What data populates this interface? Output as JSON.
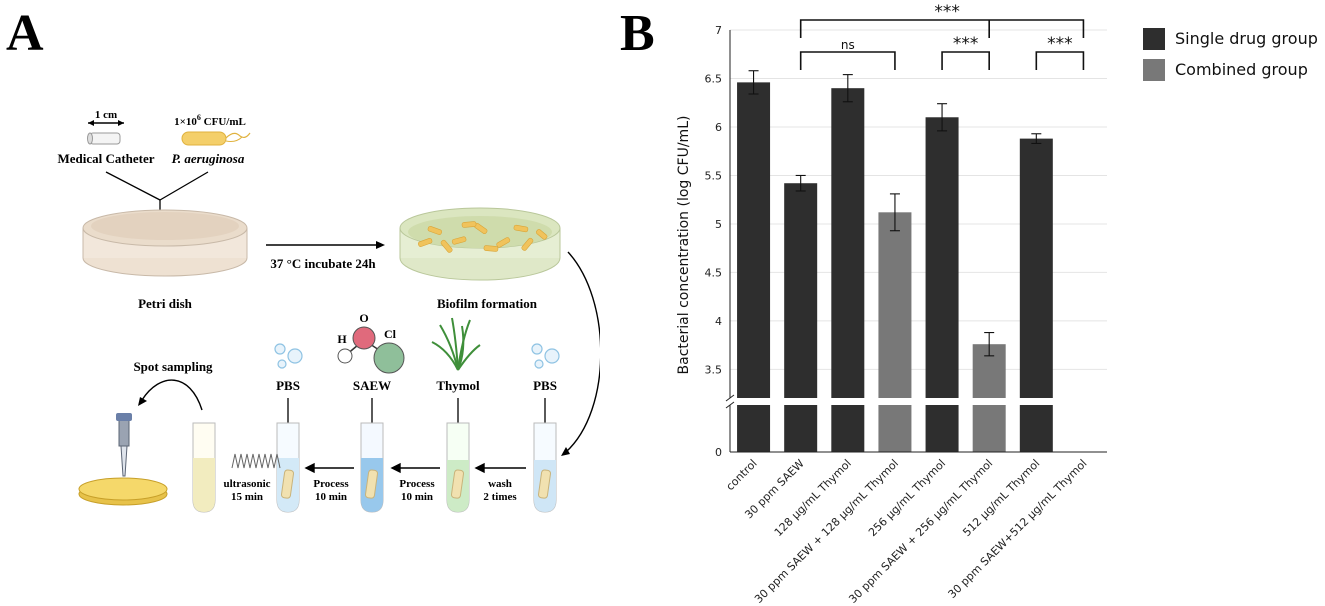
{
  "panel_a": {
    "letter": "A",
    "scale_label": "1 cm",
    "concentration_base": "1×10",
    "concentration_exp": "6",
    "concentration_unit": " CFU/mL",
    "catheter_label": "Medical Catheter",
    "bacteria_label": "P. aeruginosa",
    "petri_label": "Petri dish",
    "incubate_label": "37 °C incubate 24h",
    "biofilm_label": "Biofilm formation",
    "molecule": {
      "o": "O",
      "h": "H",
      "cl": "Cl"
    },
    "saew_label": "SAEW",
    "thymol_label": "Thymol",
    "pbs_label_1": "PBS",
    "pbs_label_2": "PBS",
    "spot_label": "Spot sampling",
    "ultrasonic_1": "ultrasonic",
    "ultrasonic_2": "15 min",
    "process_a1": "Process",
    "process_a2": "10 min",
    "process_b1": "Process",
    "process_b2": "10 min",
    "wash_1": "wash",
    "wash_2": "2 times"
  },
  "panel_b": {
    "letter": "B"
  },
  "chart_data": {
    "type": "bar",
    "xlabel": "",
    "ylabel": "Bacterial concentration  (log CFU/mL)",
    "ylim": [
      3,
      7
    ],
    "axis_break_below": 3.2,
    "yticks": [
      7,
      6.5,
      6,
      5.5,
      5,
      4.5,
      4,
      3.5
    ],
    "ytick_labels": [
      "7",
      "6.5",
      "6",
      "5.5",
      "5",
      "4.5",
      "4",
      "3.5"
    ],
    "zero_label": "0",
    "grid": true,
    "legend_position": "top-right",
    "legend": [
      {
        "label": "Single drug group",
        "color": "#2e2e2e"
      },
      {
        "label": "Combined group",
        "color": "#787878"
      }
    ],
    "categories": [
      "control",
      "30 ppm SAEW",
      "128 μg/mL Thymol",
      "30 ppm SAEW + 128 μg/mL Thymol",
      "256 μg/mL Thymol",
      "30 ppm SAEW + 256 μg/mL Thymol",
      "512 μg/mL Thymol",
      "30 ppm SAEW+512 μg/mL Thymol"
    ],
    "values": [
      6.46,
      5.42,
      6.4,
      5.12,
      6.1,
      3.76,
      5.88,
      0
    ],
    "errors": [
      0.12,
      0.08,
      0.14,
      0.19,
      0.14,
      0.12,
      0.05,
      0
    ],
    "groups": [
      "single",
      "single",
      "single",
      "combined",
      "single",
      "combined",
      "single",
      "combined"
    ],
    "significance": [
      {
        "from": 1,
        "to": 7,
        "mid": 5,
        "label": "***",
        "level": 0
      },
      {
        "from": 1,
        "to": 3,
        "label": "ns",
        "level": 1
      },
      {
        "from": 4,
        "to": 5,
        "label": "***",
        "level": 1
      },
      {
        "from": 6,
        "to": 7,
        "label": "***",
        "level": 1
      }
    ]
  }
}
